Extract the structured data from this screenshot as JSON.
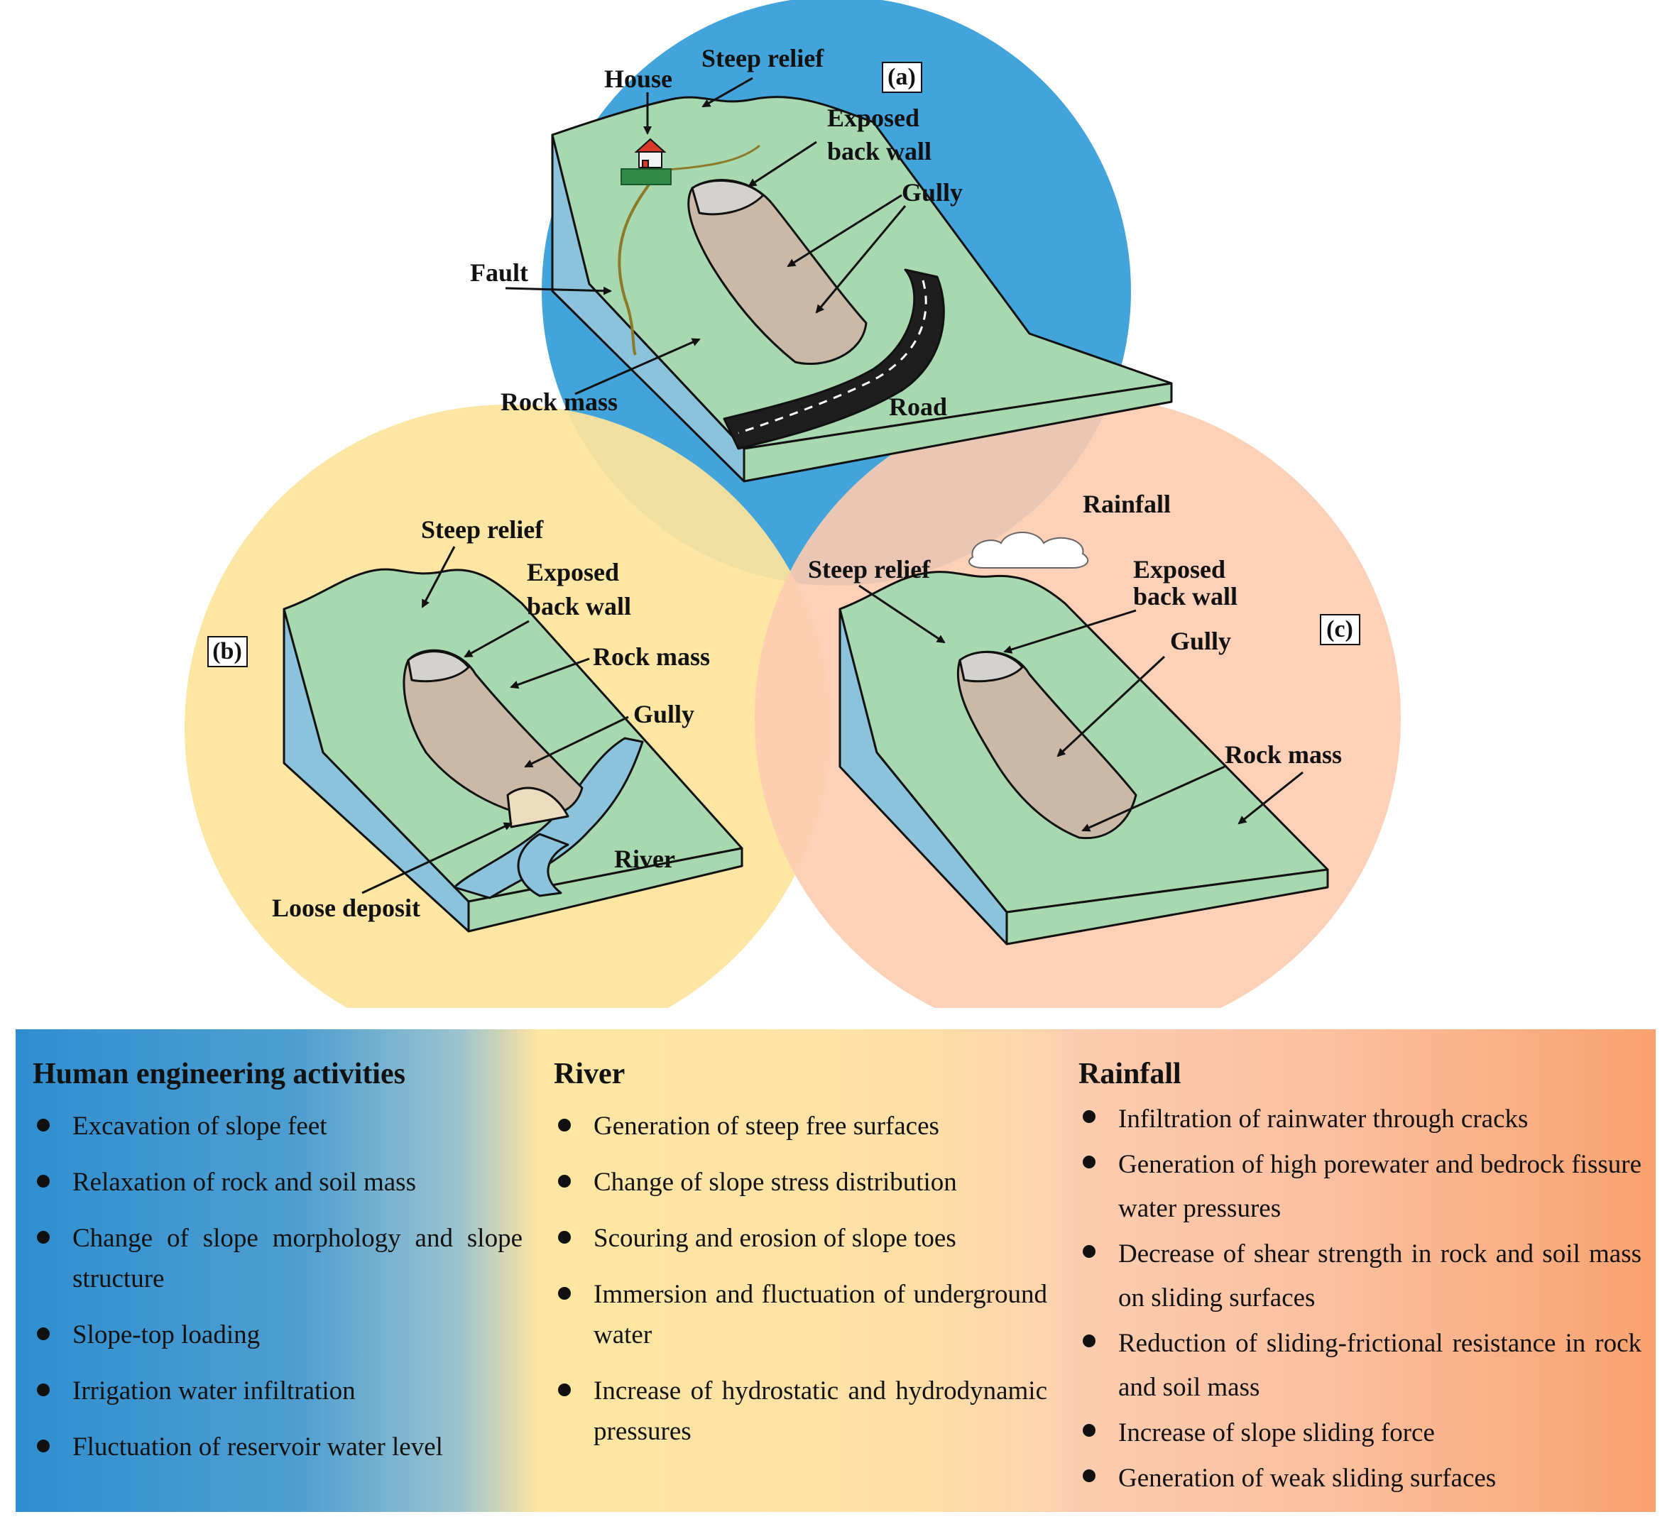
{
  "panels": {
    "a": {
      "letter": "(a)",
      "labels": {
        "house": "House",
        "steep_relief": "Steep relief",
        "exposed_back_wall_1": "Exposed",
        "exposed_back_wall_2": "back wall",
        "gully": "Gully",
        "fault": "Fault",
        "rock_mass": "Rock mass",
        "road": "Road"
      },
      "color": "#43a4dc"
    },
    "b": {
      "letter": "(b)",
      "labels": {
        "steep_relief": "Steep relief",
        "exposed_back_wall_1": "Exposed",
        "exposed_back_wall_2": "back wall",
        "rock_mass": "Rock mass",
        "gully": "Gully",
        "river": "River",
        "loose_deposit": "Loose deposit"
      },
      "color": "#fde39c"
    },
    "c": {
      "letter": "(c)",
      "labels": {
        "rainfall": "Rainfall",
        "steep_relief": "Steep relief",
        "exposed_back_wall_1": "Exposed",
        "exposed_back_wall_2": "back wall",
        "gully": "Gully",
        "rock_mass": "Rock mass"
      },
      "color": "#fdcbb0"
    }
  },
  "legend": {
    "human": {
      "title": "Human engineering activities",
      "items": [
        "Excavation of slope feet",
        "Relaxation of rock and soil mass",
        "Change of slope morphology and slope structure",
        "Slope-top loading",
        "Irrigation water infiltration",
        "Fluctuation of reservoir water level"
      ]
    },
    "river": {
      "title": "River",
      "items": [
        "Generation of steep free surfaces",
        "Change of slope stress distribution",
        "Scouring and erosion of slope toes",
        "Immersion and fluctuation of underground water",
        "Increase of hydrostatic and hydrodynamic pressures"
      ]
    },
    "rain": {
      "title": "Rainfall",
      "items": [
        "Infiltration of rainwater through cracks",
        "Generation of high porewater and bedrock fissure water pressures",
        "Decrease of shear strength in rock and soil mass on sliding surfaces",
        "Reduction of sliding-frictional resistance in rock and soil mass",
        "Increase of slope sliding force",
        "Generation of weak sliding surfaces"
      ]
    }
  },
  "colors": {
    "terrain": "#a8d8b0",
    "water": "#8cc3dc",
    "rock": "#c9b9a6",
    "road": "#1e1e1e"
  }
}
